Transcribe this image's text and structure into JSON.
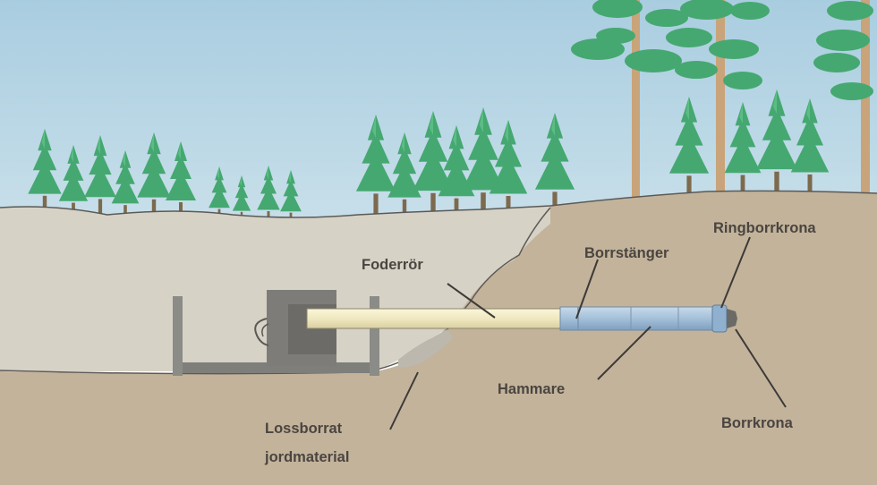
{
  "labels": {
    "foderror": "Foderrör",
    "borrstanger": "Borrstänger",
    "ringborrkrona": "Ringborrkrona",
    "hammare": "Hammare",
    "borrkrona": "Borrkrona",
    "lossborrat_line1": "Lossborrat",
    "lossborrat_line2": "jordmaterial"
  },
  "colors": {
    "sky": "#b8d5e4",
    "soil_light": "#d7d2c6",
    "soil_dark": "#c3b39b",
    "tree_green": "#45a871",
    "trunk": "#c9a47a",
    "casing": "#f0e9c4",
    "drill_rod": "#a9c4dd",
    "frame": "#8b8b88",
    "text": "#4a4540"
  }
}
